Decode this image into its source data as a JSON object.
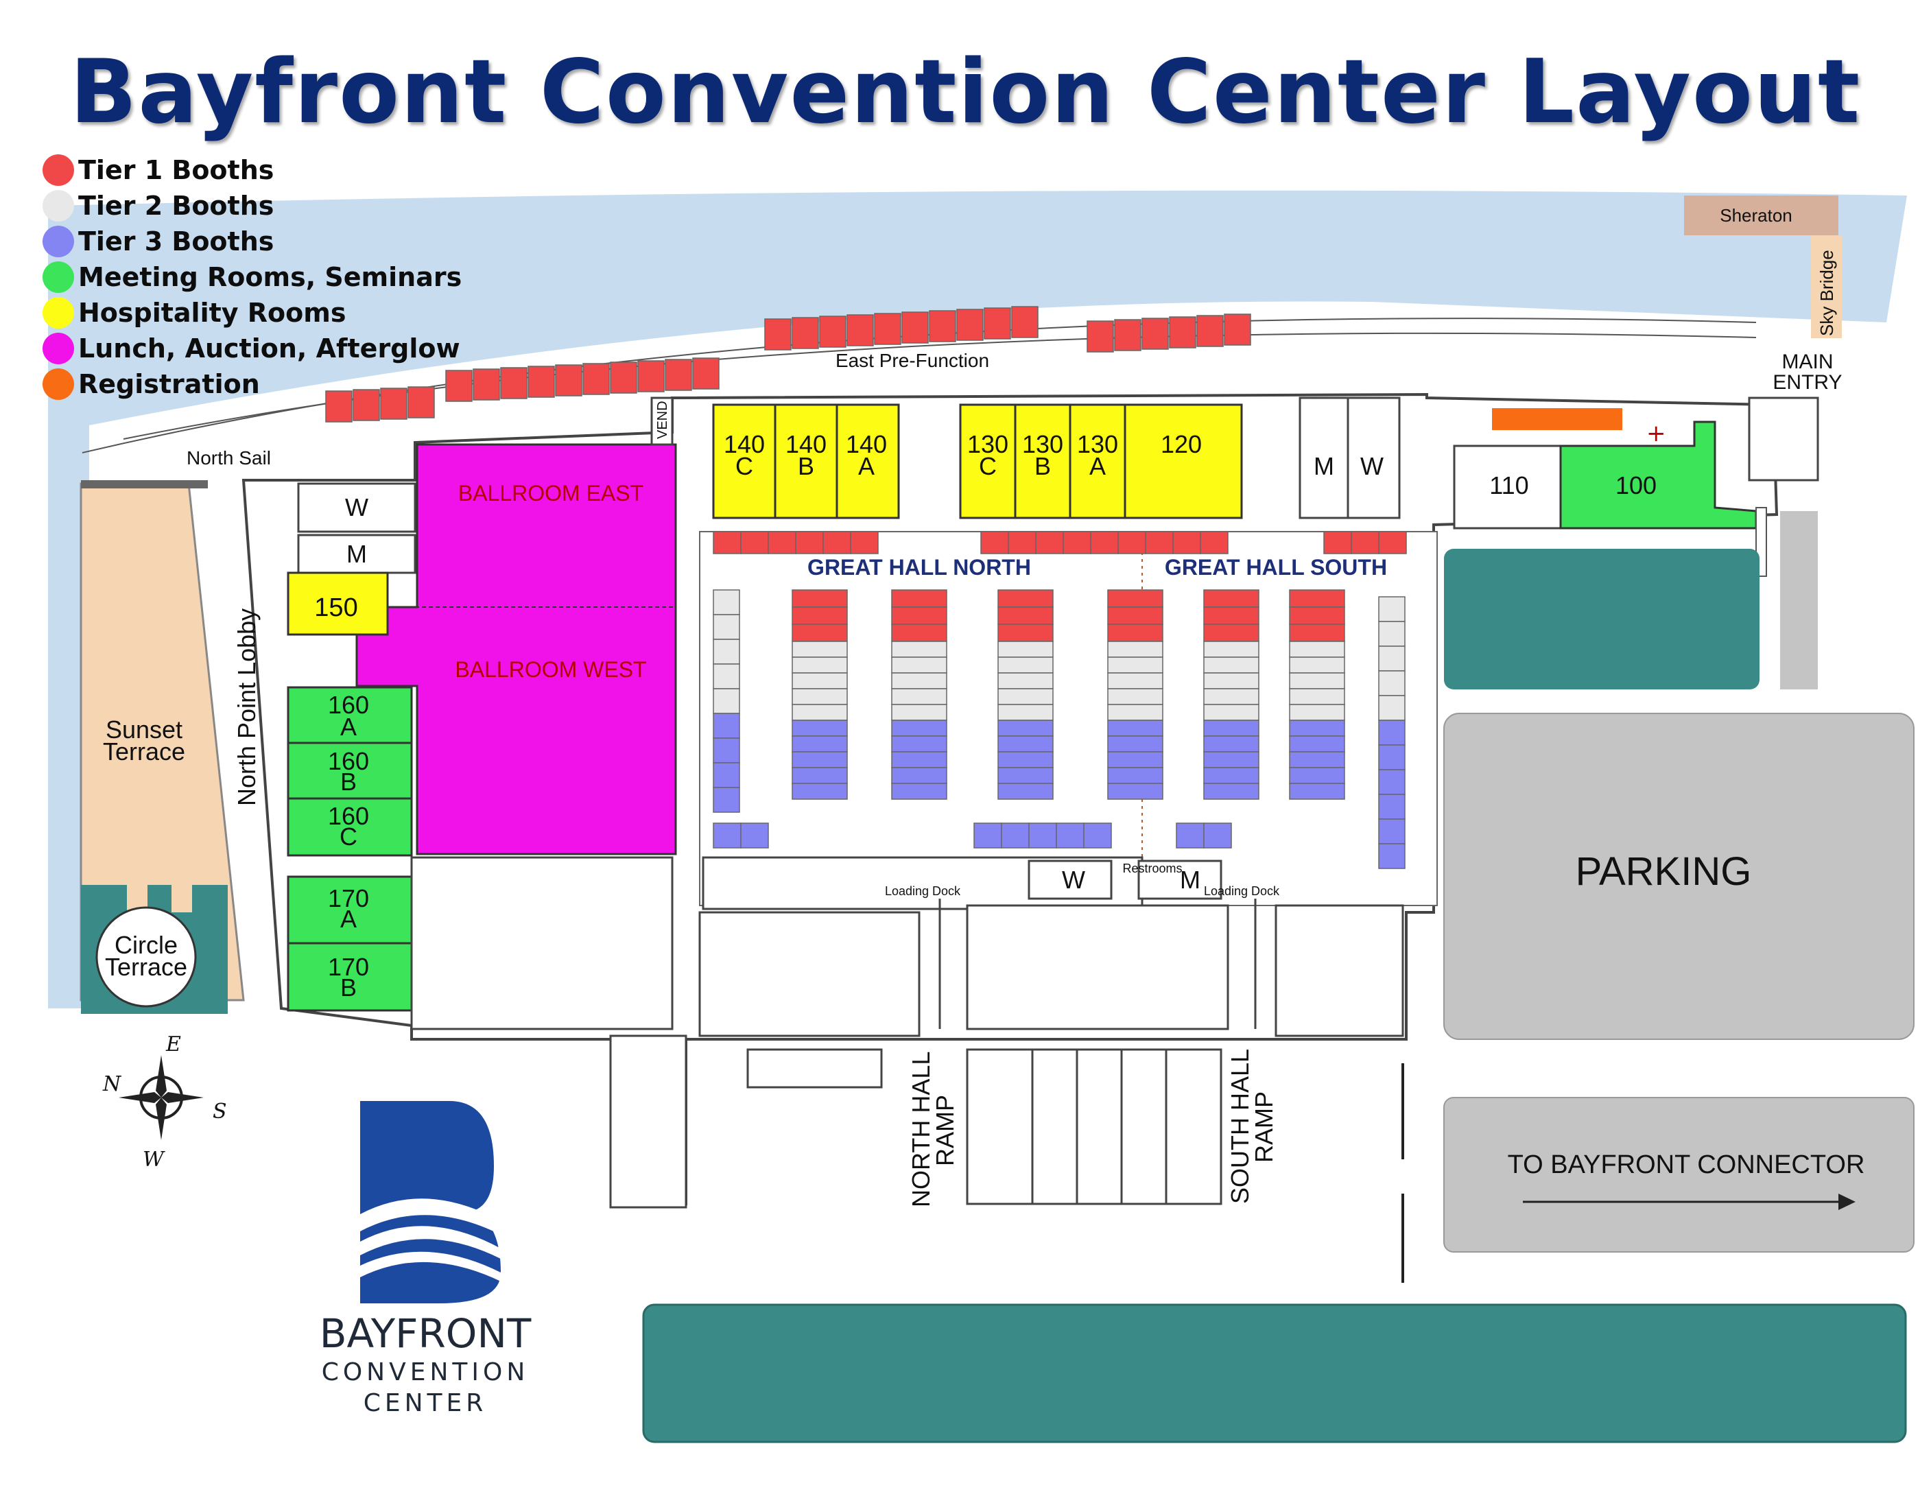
{
  "title": "Bayfront Convention Center Layout",
  "legend": [
    {
      "label": "Tier 1 Booths",
      "color": "#f04848"
    },
    {
      "label": "Tier 2 Booths",
      "color": "#e8e8e8"
    },
    {
      "label": "Tier 3 Booths",
      "color": "#8484f2"
    },
    {
      "label": "Meeting Rooms, Seminars",
      "color": "#3ce45a"
    },
    {
      "label": "Hospitality Rooms",
      "color": "#fcfc14"
    },
    {
      "label": "Lunch, Auction, Afterglow",
      "color": "#f012e8"
    },
    {
      "label": "Registration",
      "color": "#f86c14"
    }
  ],
  "colors": {
    "water": "#c8dcf0",
    "sand": "#f5d5b2",
    "teal": "#3a8a87",
    "parking": "#c4c4c4",
    "title": "#0c2a73",
    "great_hall_label": "#1e2f7a",
    "ballroom_label": "#b40000",
    "sheraton": "#d7b09c"
  },
  "labels": {
    "sheraton": "Sheraton",
    "sky_bridge": "Sky Bridge",
    "main_entry": "MAIN ENTRY",
    "east_prefunction": "East Pre-Function",
    "north_sail": "North Sail",
    "vend": "VEND",
    "ballroom_east": "BALLROOM EAST",
    "ballroom_west": "BALLROOM WEST",
    "great_hall_north": "GREAT HALL NORTH",
    "great_hall_south": "GREAT HALL SOUTH",
    "north_point_lobby": "North Point Lobby",
    "sunset_terrace_1": "Sunset",
    "sunset_terrace_2": "Terrace",
    "circle_terrace_1": "Circle",
    "circle_terrace_2": "Terrace",
    "parking": "PARKING",
    "to_connector": "TO BAYFRONT CONNECTOR",
    "north_hall_ramp_1": "NORTH HALL",
    "north_hall_ramp_2": "RAMP",
    "south_hall_ramp_1": "SOUTH HALL",
    "south_hall_ramp_2": "RAMP",
    "loading_dock": "Loading Dock",
    "restrooms": "Restrooms",
    "restroom_w": "W",
    "restroom_m": "M"
  },
  "rooms": {
    "r150": "150",
    "r110": "110",
    "r100": "100",
    "r120": "120",
    "r140c": [
      "140",
      "C"
    ],
    "r140b": [
      "140",
      "B"
    ],
    "r140a": [
      "140",
      "A"
    ],
    "r130c": [
      "130",
      "C"
    ],
    "r130b": [
      "130",
      "B"
    ],
    "r130a": [
      "130",
      "A"
    ],
    "r160a": [
      "160",
      "A"
    ],
    "r160b": [
      "160",
      "B"
    ],
    "r160c": [
      "160",
      "C"
    ],
    "r170a": [
      "170",
      "A"
    ],
    "r170b": [
      "170",
      "B"
    ]
  },
  "compass": {
    "n": "N",
    "e": "E",
    "s": "S",
    "w": "W"
  },
  "logo": {
    "line1": "BAYFRONT",
    "line2": "CONVENTION",
    "line3": "CENTER"
  }
}
